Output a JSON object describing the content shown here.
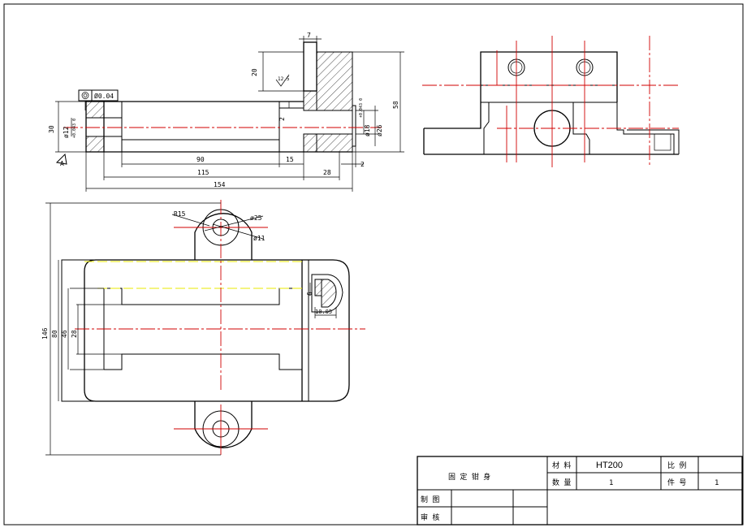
{
  "dimensions": {
    "d7": "7",
    "d20": "20",
    "d58": "58",
    "d30": "30",
    "phi12": "ø12",
    "phi12tol": "+0.043 0",
    "d2a": "2",
    "phi18": "ø18",
    "phi18tol": "+0.043 0",
    "phi26": "ø26",
    "d90": "90",
    "d15": "15",
    "d115": "115",
    "d28a": "28",
    "d2b": "2",
    "d154": "154",
    "r15": "R15",
    "phi25": "ø25",
    "phi11": "ø11",
    "d146": "146",
    "d80": "80",
    "d46": "46",
    "d28b": "28",
    "d6": "6",
    "d1005": "10.05",
    "roughness": "12.5",
    "tolerance_value": "Ø0.04",
    "datum": "A"
  },
  "title_block": {
    "part_name": "固 定 钳 身",
    "material_label": "材 料",
    "material_value": "HT200",
    "scale_label": "比 例",
    "scale_value": "",
    "quantity_label": "数 量",
    "quantity_value": "1",
    "part_no_label": "件 号",
    "part_no_value": "1",
    "drawn_label": "制 图",
    "checked_label": "审 核"
  },
  "colors": {
    "outline": "#000000",
    "center_line": "#d00000",
    "hidden_line": "#e8e800"
  }
}
